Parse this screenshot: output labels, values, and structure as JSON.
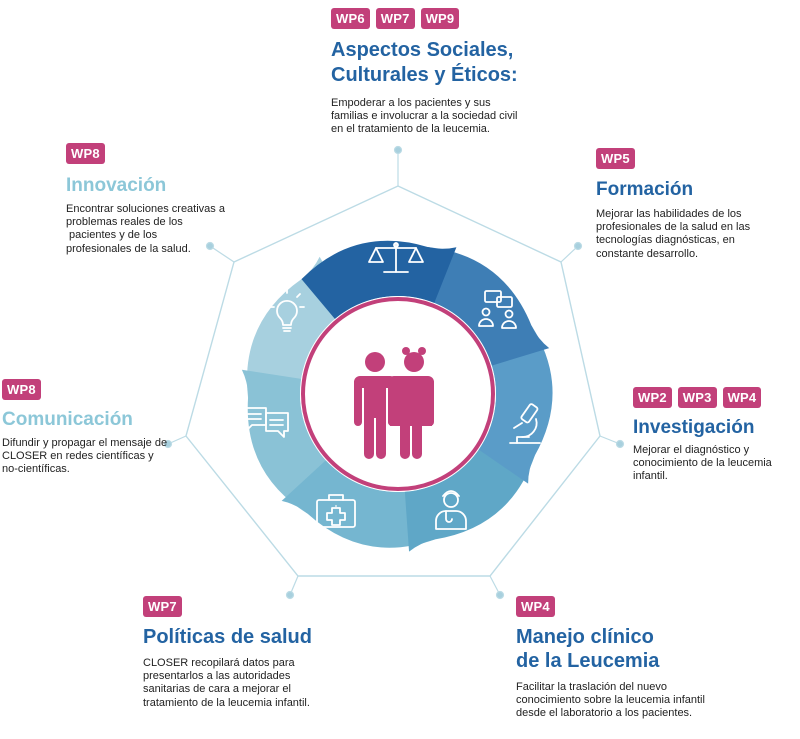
{
  "colors": {
    "badge": "#c2407a",
    "title_dark": "#2363a2",
    "title_light": "#8cc7d8",
    "outline": "#bcdbe5",
    "center_ring": "#c2407a",
    "segments": [
      "#2363a2",
      "#3e7eb5",
      "#5a9cc8",
      "#5fa7c7",
      "#75b6d0",
      "#8ac2d6",
      "#a7d0df"
    ]
  },
  "center": {
    "icon": "children-icon"
  },
  "segment_icons": [
    "scales-icon",
    "discussion-icon",
    "microscope-icon",
    "doctor-icon",
    "medical-kit-icon",
    "chat-bubbles-icon",
    "lightbulb-icon"
  ],
  "blocks": {
    "aspectos": {
      "badges": [
        "WP6",
        "WP7",
        "WP9"
      ],
      "title_line1": "Aspectos Sociales,",
      "title_line2": "Culturales y Éticos:",
      "desc": [
        "Empoderar a los pacientes y sus",
        "familias e involucrar a la sociedad civil",
        "en el tratamiento de la leucemia."
      ]
    },
    "formacion": {
      "badges": [
        "WP5"
      ],
      "title_line1": "Formación",
      "desc": [
        "Mejorar las habilidades de los",
        "profesionales de la salud en las",
        "tecnologías diagnósticas, en",
        "constante desarrollo."
      ]
    },
    "investigacion": {
      "badges": [
        "WP2",
        "WP3",
        "WP4"
      ],
      "title_line1": "Investigación",
      "desc": [
        "Mejorar el diagnóstico y",
        "conocimiento de la leucemia",
        "infantil."
      ]
    },
    "manejo": {
      "badges": [
        "WP4"
      ],
      "title_line1": "Manejo clínico",
      "title_line2": "de la Leucemia",
      "desc": [
        "Facilitar la traslación del nuevo",
        "conocimiento sobre la leucemia infantil",
        "desde el laboratorio a los pacientes."
      ]
    },
    "politicas": {
      "badges": [
        "WP7"
      ],
      "title_line1": "Políticas de salud",
      "desc": [
        "CLOSER recopilará datos para",
        "presentarlos a las autoridades",
        "sanitarias de cara a mejorar el",
        "tratamiento de la leucemia infantil."
      ]
    },
    "comunicacion": {
      "badges": [
        "WP8"
      ],
      "title_line1": "Comunicación",
      "desc": [
        "Difundir y propagar el mensaje de",
        "CLOSER en redes científicas y",
        "no-científicas."
      ]
    },
    "innovacion": {
      "badges": [
        "WP8"
      ],
      "title_line1": "Innovación",
      "desc": [
        "Encontrar soluciones creativas a",
        "problemas reales de los",
        " pacientes y de los",
        "profesionales de la salud."
      ]
    }
  }
}
